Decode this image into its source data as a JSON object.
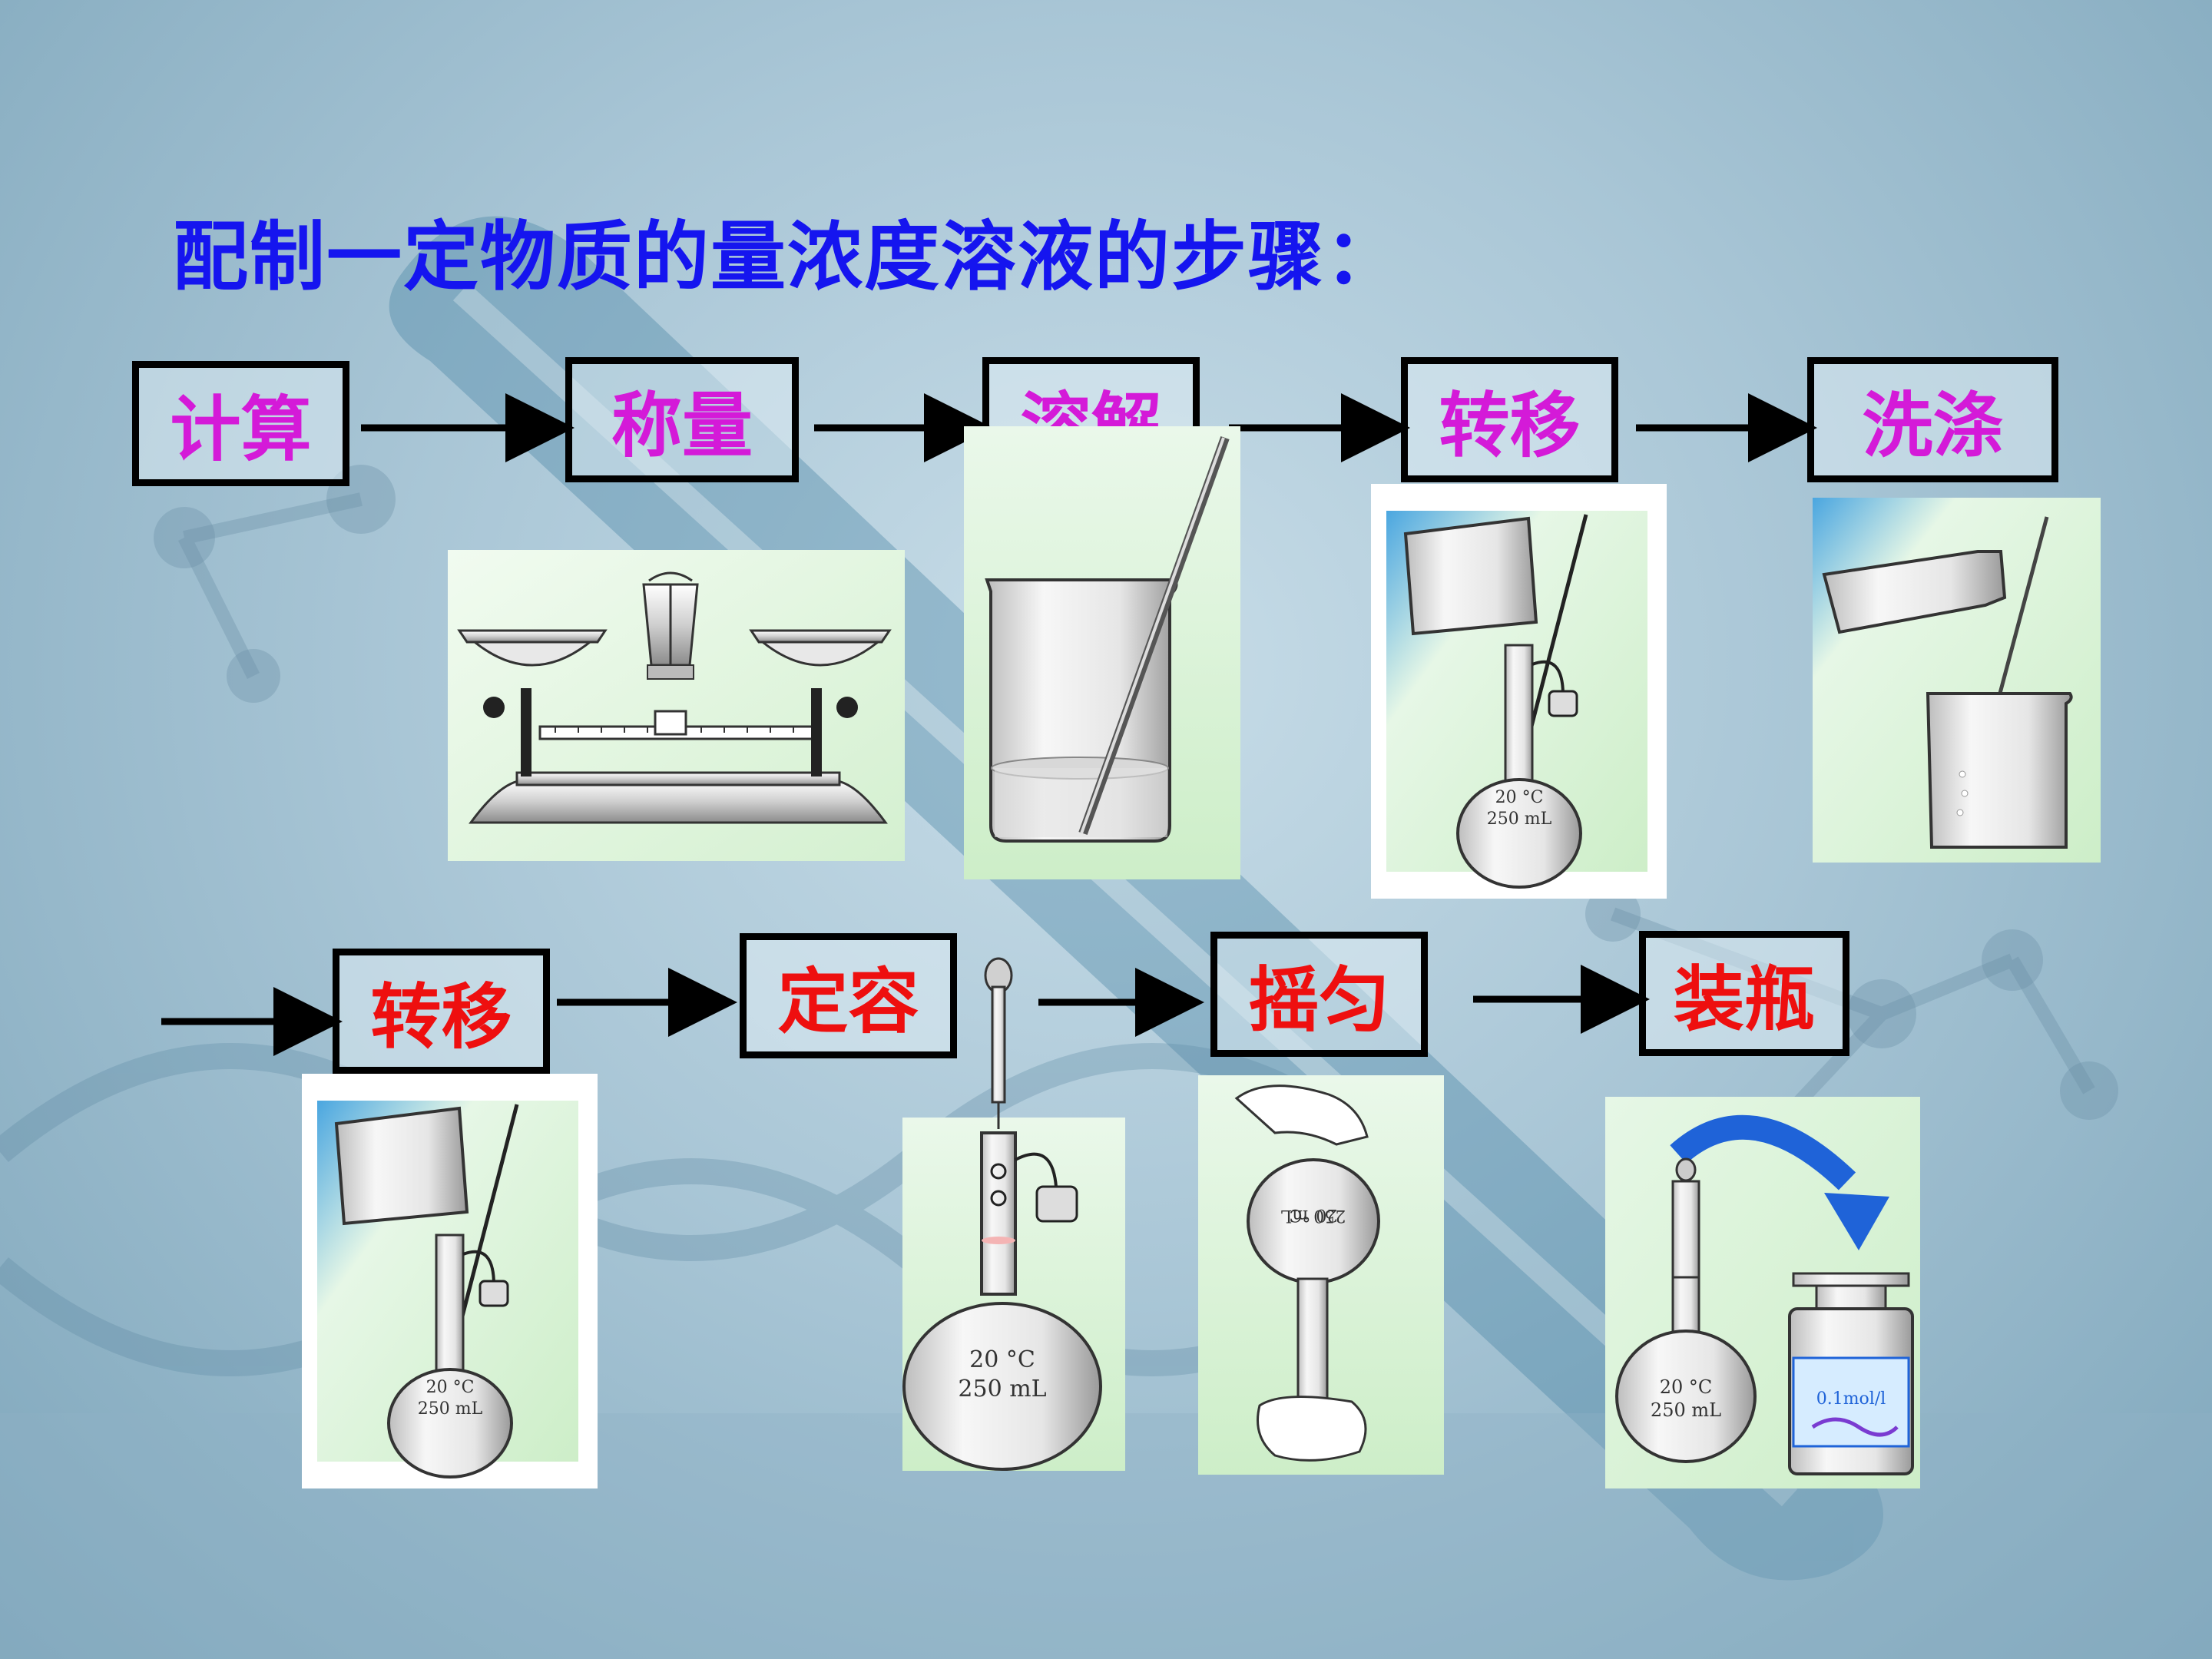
{
  "title": "配制一定物质的量浓度溶液的步骤：",
  "steps_row1": [
    "计算",
    "称量",
    "溶解",
    "转移",
    "洗涤"
  ],
  "steps_row2": [
    "转移",
    "定容",
    "摇匀",
    "装瓶"
  ],
  "flask_marking": [
    "20 °C",
    "250 mL"
  ],
  "bottle_label": "0.1mol/l",
  "colors": {
    "title": "#1515ef",
    "row1_text": "#d41ad8",
    "row2_text": "#ee0f0f"
  }
}
